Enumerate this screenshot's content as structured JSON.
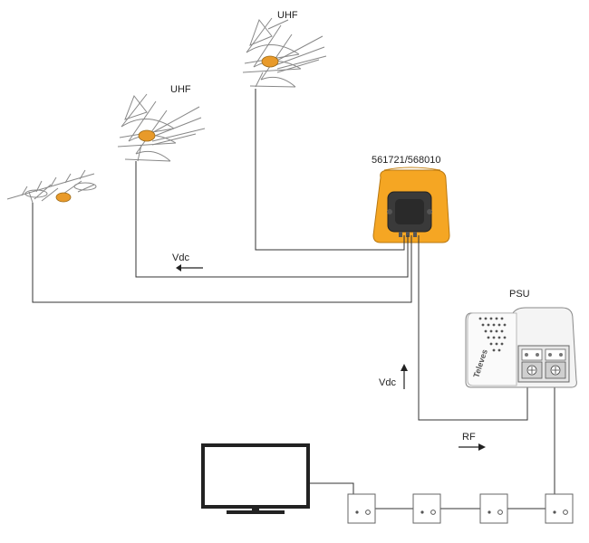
{
  "labels": {
    "uhf_top": "UHF",
    "uhf_mid": "UHF",
    "amplifier_model": "561721/568010",
    "vdc_left": "Vdc",
    "vdc_right": "Vdc",
    "rf": "RF",
    "psu": "PSU",
    "brand": "Televes"
  },
  "colors": {
    "amplifier": "#f5a623",
    "amplifier_panel": "#3a3a3a",
    "wire": "#333333",
    "antenna": "#8a8a8a",
    "antenna_hub": "#e89a2a"
  }
}
